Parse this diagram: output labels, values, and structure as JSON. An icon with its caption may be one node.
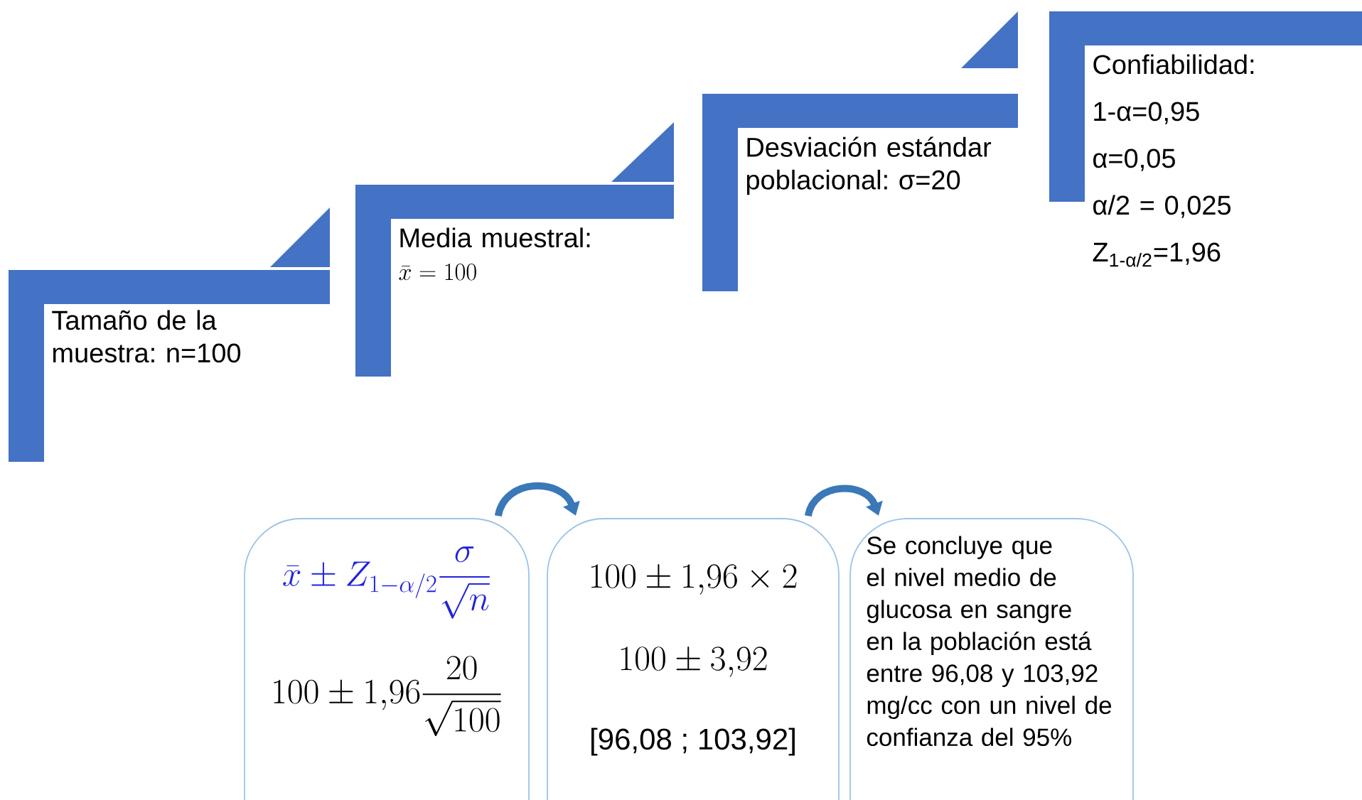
{
  "diagram": {
    "nodes": [
      {
        "text": [
          "Tamaño de la muestra: n=100"
        ]
      },
      {
        "text": [
          "Media muestral:",
          "\\bar{x}=100"
        ]
      },
      {
        "text": [
          "Desviación estándar poblacional: σ=20"
        ]
      },
      {
        "text": [
          "Confiabilidad:",
          "1-α=0,95",
          "α=0,05",
          "α/2 = 0,025",
          "Z$_{1-α/2}$=1,96"
        ]
      },
      {
        "text": [
          "\\bar{x} \\pm Z_{1-\\alpha/2}\\frac{\\sigma}{\\sqrt{n}}",
          "100 \\pm 1{,}96\\frac{20}{\\sqrt{100}}"
        ]
      },
      {
        "text": [
          "100 \\pm 1{,}96 \\times 2",
          "100 \\pm 3{,}92",
          "[96,08 ; 103,92]"
        ]
      },
      {
        "text": [
          "Se concluye que el nivel medio de glucosa en sangre en la población está entre 96,08 y 103,92 mg/cc con un nivel de confianza del 95%"
        ]
      }
    ],
    "edges": [
      {
        "from": 4,
        "to": 5,
        "arrow": "to"
      },
      {
        "from": 5,
        "to": 6,
        "arrow": "to"
      }
    ]
  }
}
